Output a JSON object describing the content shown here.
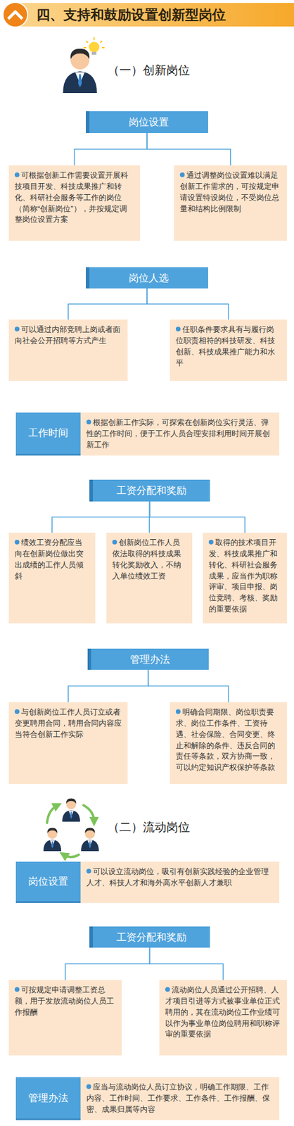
{
  "diagram": {
    "title": "四、支持和鼓励设置创新型岗位",
    "nodes": [
      {
        "text": [
          "岗位设置"
        ]
      },
      {
        "text": [
          "可根据创新工作需要设置开展科技项目开发、科技成果推广和转化、科研社会服务等工作的岗位（简称“创新岗位”），并按规定调整岗位设置方案"
        ]
      },
      {
        "text": [
          "通过调整岗位设置难以满足创新工作需求的，可按规定申请设置特设岗位，不受岗位总量和结构比例限制"
        ]
      },
      {
        "text": [
          "岗位人选"
        ]
      },
      {
        "text": [
          "可以通过内部竞聘上岗或者面向社会公开招聘等方式产生"
        ]
      },
      {
        "text": [
          "任职条件要求具有与履行岗位职责相符的科技研发、科技创新、科技成果推广能力和水平"
        ]
      },
      {
        "text": [
          "工作时间"
        ]
      },
      {
        "text": [
          "根据创新工作实际，可探索在创新岗位实行灵活、弹性的工作时间，便于工作人员合理安排利用时间开展创新工作"
        ]
      },
      {
        "text": [
          "工资分配和奖励"
        ]
      },
      {
        "text": [
          "绩效工资分配应当向在创新岗位做出突出成绩的工作人员倾斜"
        ]
      },
      {
        "text": [
          "创新岗位工作人员依法取得的科技成果转化奖励收入，不纳入单位绩效工资"
        ]
      },
      {
        "text": [
          "取得的技术项目开发、科技成果推广和转化、科研社会服务成果，应当作为职称评审、项目申报、岗位竞聘、考核、奖励的重要依据"
        ]
      },
      {
        "text": [
          "管理办法"
        ]
      },
      {
        "text": [
          "与创新岗位工作人员订立或者变更聘用合同，聘用合同内容应当符合创新工作实际"
        ]
      },
      {
        "text": [
          "明确合同期限、岗位职责要求、岗位工作条件、工资待遇、社会保险、合同变更、终止和解除的条件、违反合同的责任等条款，双方协商一致，可以约定知识产权保护等条款"
        ]
      },
      {
        "text": [
          "岗位设置"
        ]
      },
      {
        "text": [
          "可以设立流动岗位，吸引有创新实践经验的企业管理人才、科技人才和海外高水平创新人才兼职"
        ]
      },
      {
        "text": [
          "工资分配和奖励"
        ]
      },
      {
        "text": [
          "可按规定申请调整工资总额，用于发放流动岗位人员工作报酬"
        ]
      },
      {
        "text": [
          "流动岗位人员通过公开招聘、人才项目引进等方式被事业单位正式聘用的，其在流动岗位工作业绩可以作为事业单位岗位聘用和职称评审的重要依据"
        ]
      },
      {
        "text": [
          "管理办法"
        ]
      },
      {
        "text": [
          "应当与流动岗位人员订立协议，明确工作期限、工作内容、工作时间、工作要求、工作条件、工作报酬、保密、成果归属等内容"
        ]
      }
    ],
    "edges": [
      {
        "from": 0,
        "to": 1,
        "arrow": "none"
      },
      {
        "from": 0,
        "to": 2,
        "arrow": "none"
      },
      {
        "from": 3,
        "to": 4,
        "arrow": "none"
      },
      {
        "from": 3,
        "to": 5,
        "arrow": "none"
      },
      {
        "from": 8,
        "to": 9,
        "arrow": "none"
      },
      {
        "from": 8,
        "to": 10,
        "arrow": "none"
      },
      {
        "from": 8,
        "to": 11,
        "arrow": "none"
      },
      {
        "from": 12,
        "to": 13,
        "arrow": "none"
      },
      {
        "from": 12,
        "to": 14,
        "arrow": "none"
      },
      {
        "from": 17,
        "to": 18,
        "arrow": "none"
      },
      {
        "from": 17,
        "to": 19,
        "arrow": "none"
      }
    ],
    "labels": [
      "（一）创新岗位",
      "（二）流动岗位"
    ]
  }
}
